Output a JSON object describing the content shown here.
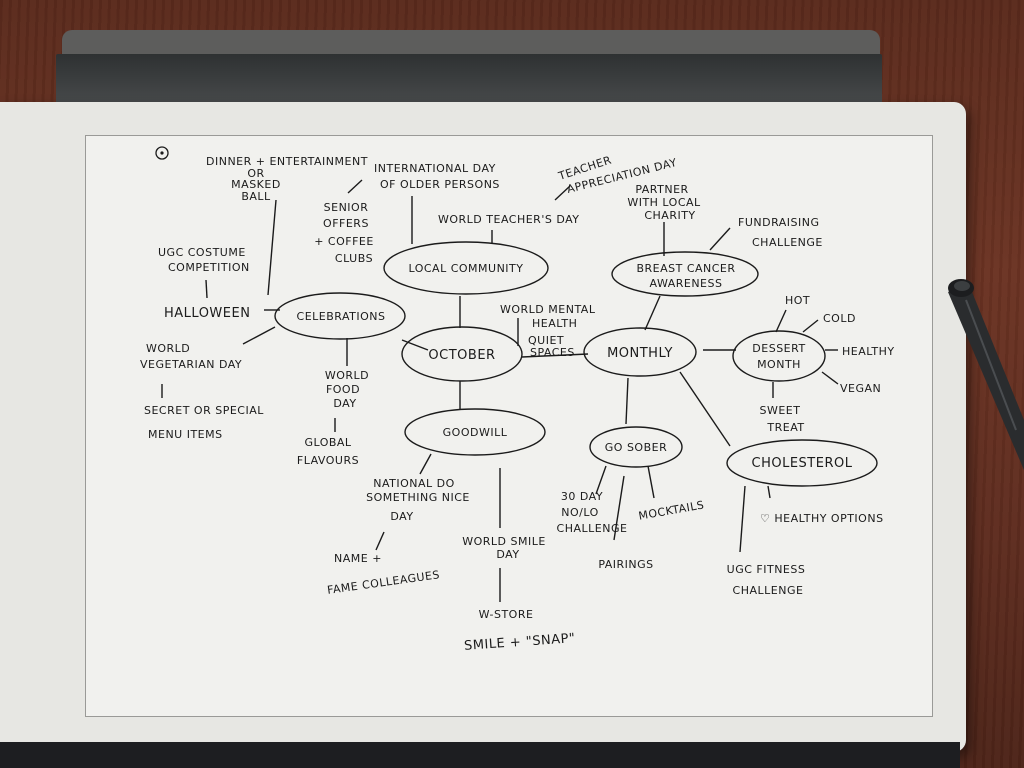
{
  "centre": "OCTOBER",
  "branches": {
    "local_community": "LOCAL COMMUNITY",
    "celebrations": "CELEBRATIONS",
    "monthly": "MONTHLY",
    "goodwill": "GOODWILL",
    "breast_cancer_1": "BREAST CANCER",
    "breast_cancer_2": "AWARENESS",
    "dessert_1": "DESSERT",
    "dessert_2": "MONTH",
    "go_sober": "GO SOBER",
    "cholesterol": "CHOLESTEROL"
  },
  "notes": {
    "dinner_1": "DINNER + ENTERTAINMENT",
    "dinner_2": "OR",
    "dinner_3": "MASKED",
    "dinner_4": "BALL",
    "ugc_costume_1": "UGC COSTUME",
    "ugc_costume_2": "COMPETITION",
    "halloween": "HALLOWEEN",
    "intl_older_1": "INTERNATIONAL DAY",
    "intl_older_2": "OF OLDER PERSONS",
    "senior_1": "SENIOR",
    "senior_2": "OFFERS",
    "senior_3": "+ COFFEE",
    "senior_4": "CLUBS",
    "world_teachers": "WORLD TEACHER'S DAY",
    "teacher_1": "TEACHER",
    "teacher_2": "APPRECIATION DAY",
    "partner_1": "PARTNER",
    "partner_2": "WITH LOCAL",
    "partner_3": "CHARITY",
    "fundraising_1": "FUNDRAISING",
    "fundraising_2": "CHALLENGE",
    "hot": "HOT",
    "cold": "COLD",
    "healthy": "HEALTHY",
    "vegan": "VEGAN",
    "sweet_treat_1": "SWEET",
    "sweet_treat_2": "TREAT",
    "mental_1": "WORLD MENTAL",
    "mental_2": "HEALTH",
    "quiet_1": "QUIET",
    "quiet_2": "SPACES",
    "veg_day_1": "WORLD",
    "veg_day_2": "VEGETARIAN DAY",
    "secret_1": "SECRET OR SPECIAL",
    "secret_2": "MENU ITEMS",
    "food_day_1": "WORLD",
    "food_day_2": "FOOD",
    "food_day_3": "DAY",
    "global_1": "GLOBAL",
    "global_2": "FLAVOURS",
    "nice_day_1": "NATIONAL DO",
    "nice_day_2": "SOMETHING NICE",
    "nice_day_3": "DAY",
    "name_fame_1": "NAME +",
    "name_fame_2": "FAME COLLEAGUES",
    "smile_day_1": "WORLD SMILE",
    "smile_day_2": "DAY",
    "w_store": "W-STORE",
    "smile_snap": "SMILE + \"SNAP\"",
    "nolo_1": "30 DAY",
    "nolo_2": "NO/LO",
    "nolo_3": "CHALLENGE",
    "pairings": "PAIRINGS",
    "mocktails": "MOCKTAILS",
    "healthy_options": "♡ HEALTHY OPTIONS",
    "fitness_1": "UGC FITNESS",
    "fitness_2": "CHALLENGE"
  },
  "colors": {
    "ink": "#1b1b1b",
    "paper": "#f1f1ee",
    "desk": "#5e2c1f"
  }
}
